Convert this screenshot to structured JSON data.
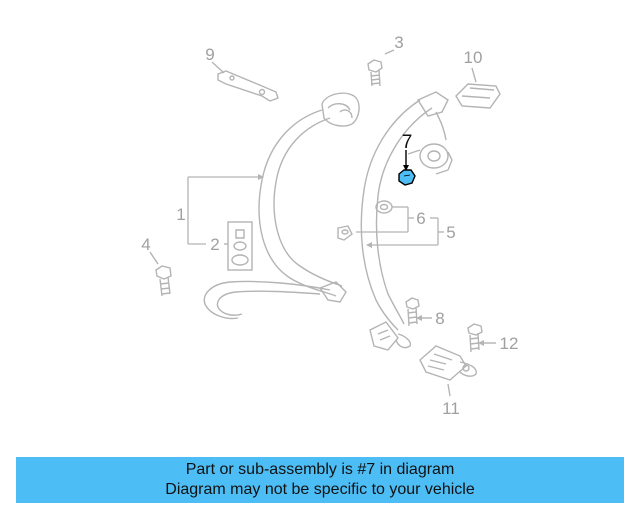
{
  "diagram": {
    "callouts": {
      "p1": "1",
      "p2": "2",
      "p3": "3",
      "p4": "4",
      "p5": "5",
      "p6": "6",
      "p7": "7",
      "p8": "8",
      "p9": "9",
      "p10": "10",
      "p11": "11",
      "p12": "12"
    },
    "highlighted_part": "7",
    "colors": {
      "line_art": "#b4b4b4",
      "highlight_fill": "#4dbdf5",
      "highlight_outline": "#000000",
      "banner_background": "#4dbdf5"
    }
  },
  "banner": {
    "line1": "Part or sub-assembly is #7 in diagram",
    "line2": "Diagram may not be specific to your vehicle"
  }
}
